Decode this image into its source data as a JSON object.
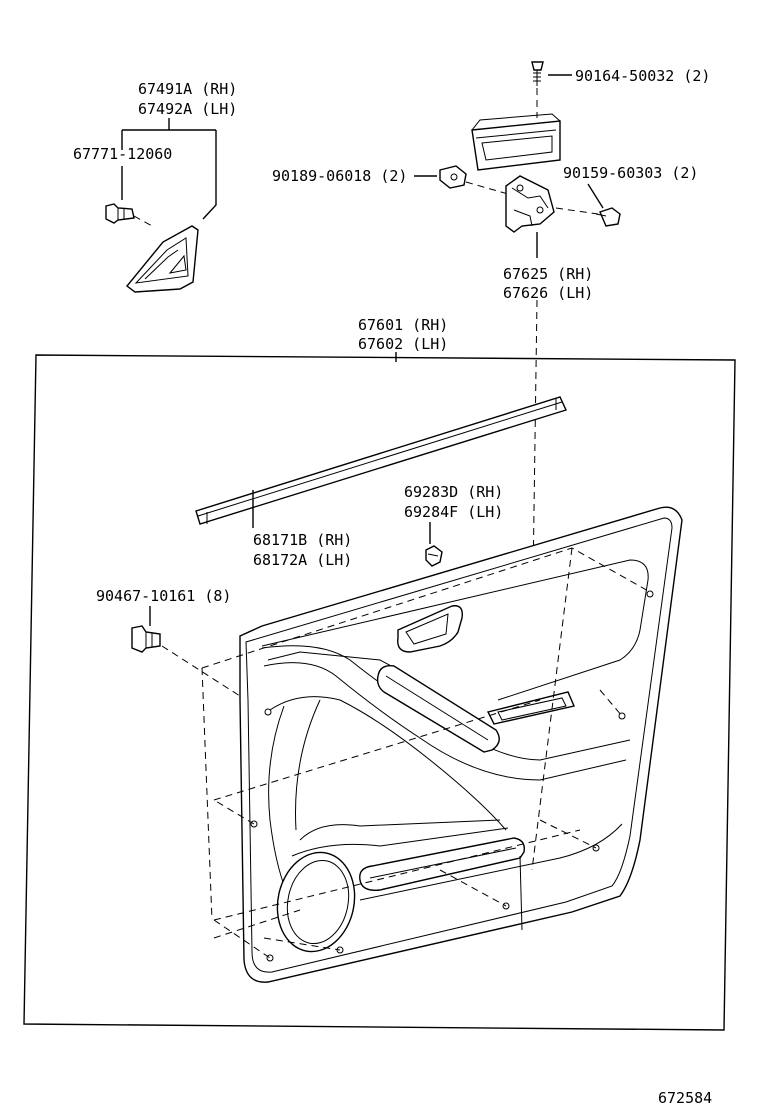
{
  "labels": {
    "p67491": "67491A (RH)",
    "p67492": "67492A (LH)",
    "p67771": "67771-12060",
    "p90164": "90164-50032 (2)",
    "p90189": "90189-06018 (2)",
    "p90159": "90159-60303 (2)",
    "p67625": "67625 (RH)",
    "p67626": "67626 (LH)",
    "p67601": "67601 (RH)",
    "p67602": "67602 (LH)",
    "p69283": "69283D (RH)",
    "p69284": "69284F (LH)",
    "p68171": "68171B (RH)",
    "p68172": "68172A (LH)",
    "p90467": "90467-10161 (8)",
    "diagram_number": "672584"
  }
}
